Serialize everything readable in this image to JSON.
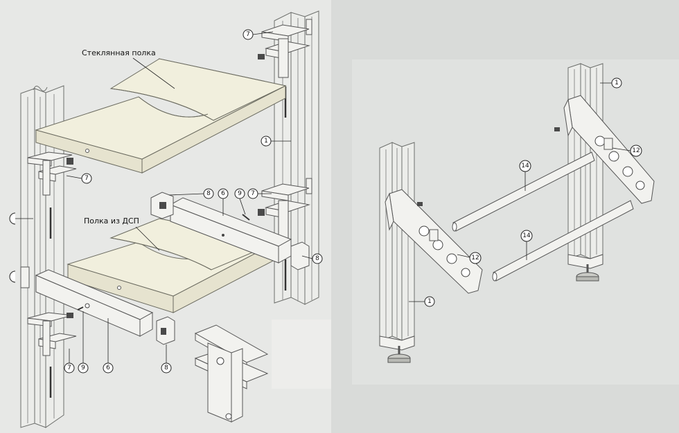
{
  "labels": {
    "glass_shelf": "Стеклянная полка",
    "chipboard_shelf": "Полка из ДСП"
  },
  "callouts": {
    "c1a": "1",
    "c1b": "1",
    "c1c": "1",
    "c6a": "6",
    "c6b": "6",
    "c7a": "7",
    "c7b": "7",
    "c7c": "7",
    "c7d": "7",
    "c8a": "8",
    "c8b": "8",
    "c8c": "8",
    "c9a": "9",
    "c9b": "9",
    "c12a": "12",
    "c12b": "12",
    "c14a": "14",
    "c14b": "14"
  },
  "colors": {
    "background": "#d9dbd9",
    "panel": "#e7e8e6",
    "shelf": "#f1efdd"
  }
}
